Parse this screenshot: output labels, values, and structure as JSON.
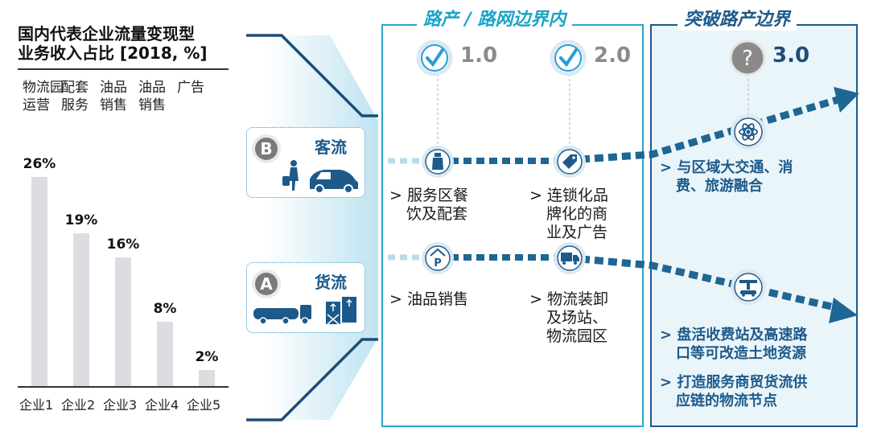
{
  "chart_data": {
    "type": "bar",
    "title": "国内代表企业流量变现型业务收入占比 [2018, %]",
    "title_lines": [
      "国内代表企业流量变现型",
      "业务收入占比 [2018, %]"
    ],
    "category_labels": [
      [
        "物流园",
        "运营"
      ],
      [
        "配套",
        "服务"
      ],
      [
        "油品",
        "销售"
      ],
      [
        "油品",
        "销售"
      ],
      [
        "广告",
        ""
      ]
    ],
    "categories": [
      "企业1",
      "企业2",
      "企业3",
      "企业4",
      "企业5"
    ],
    "values": [
      26,
      19,
      16,
      8,
      2
    ],
    "value_labels": [
      "26%",
      "19%",
      "16%",
      "8%",
      "2%"
    ],
    "ylim": [
      0,
      30
    ],
    "bar_color": "#dcdde0"
  },
  "left_panel": {
    "title": "路产 / 路网边界内",
    "v1": "1.0",
    "v2": "2.0",
    "passenger": {
      "v1_item": [
        "> 服务区餐",
        "饮及配套"
      ],
      "v2_item": [
        "> 连锁化品",
        "牌化的商",
        "业及广告"
      ]
    },
    "cargo": {
      "v1_item": [
        "> 油品销售"
      ],
      "v2_item": [
        "> 物流装卸",
        "及场站、",
        "物流园区"
      ]
    }
  },
  "right_panel": {
    "title": "突破路产边界",
    "v3": "3.0",
    "passenger_item": [
      "> 与区域大交通、消",
      "费、旅游融合"
    ],
    "cargo_items": [
      [
        "> 盘活收费站及高速路",
        "口等可改造土地资源"
      ],
      [
        "> 打造服务商贸货流供",
        "应链的物流节点"
      ]
    ]
  },
  "flows": {
    "b": {
      "letter": "B",
      "label": "客流"
    },
    "a": {
      "letter": "A",
      "label": "货流"
    }
  },
  "colors": {
    "panel_border": "#2aa6c9",
    "right_panel_border": "#1d5a8a",
    "right_panel_fill": "#eaf5fa",
    "check_blue": "#2a9cd4",
    "dark_blue": "#1d5a8a",
    "arrow_blue": "#1e6694",
    "question_gray": "#8a8a8a"
  },
  "icons": [
    "check-icon",
    "question-icon",
    "traveler-car-icon",
    "truck-boxes-icon",
    "drink-icon",
    "tag-icon",
    "parking-icon",
    "truck-icon",
    "atom-icon",
    "toll-icon"
  ]
}
